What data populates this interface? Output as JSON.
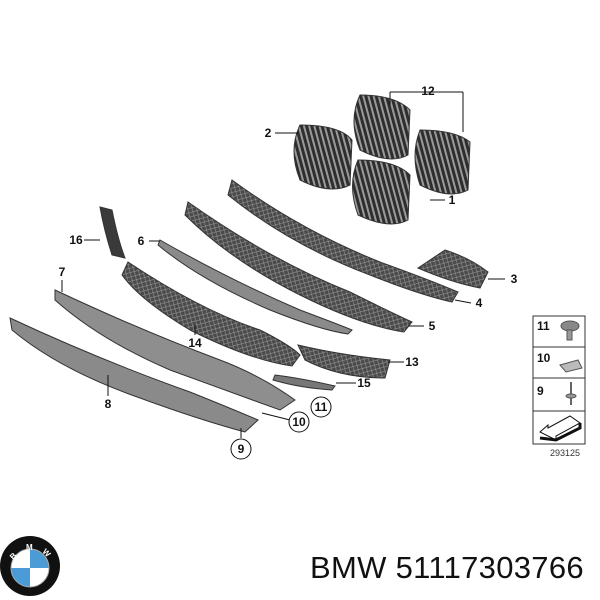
{
  "diagram": {
    "callouts": {
      "c1": "1",
      "c2": "2",
      "c3": "3",
      "c4": "4",
      "c5": "5",
      "c6": "6",
      "c7": "7",
      "c8": "8",
      "c9": "9",
      "c10": "10",
      "c11": "11",
      "c12": "12",
      "c13": "13",
      "c14": "14",
      "c15": "15",
      "c16": "16"
    },
    "legend": {
      "items": [
        "11",
        "10",
        "9"
      ],
      "drawing_number": "293125"
    },
    "colors": {
      "part_dark": "#3a3a3a",
      "part_grey": "#8a8a8a",
      "outline": "#111111"
    }
  },
  "footer": {
    "logo_text": "BMW",
    "caption": "BMW 51117303766"
  }
}
